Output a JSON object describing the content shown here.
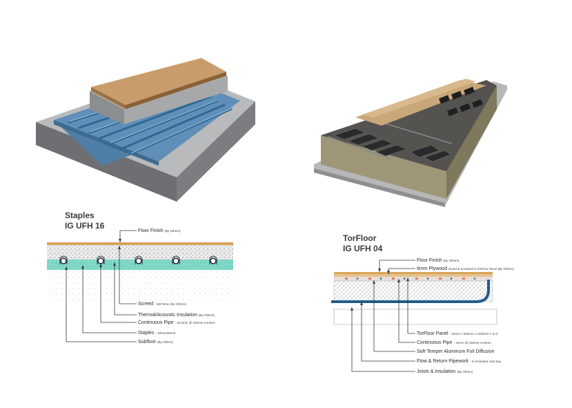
{
  "left_diagram": {
    "title": "Staples",
    "subtitle": "IG UFH 16",
    "labels": [
      {
        "text": "Floor Finish",
        "note": "(By Others)"
      },
      {
        "text": "Screed",
        "note": "- 65/75mm (By Others)"
      },
      {
        "text": "Thermal/Acoustic Insulation",
        "note": "(By Others)"
      },
      {
        "text": "Continuous Pipe",
        "note": "- 16.5mm @ 150mm Centres"
      },
      {
        "text": "Staples",
        "note": "- 40mm/40mm"
      },
      {
        "text": "Subfloor",
        "note": "(By Others)"
      }
    ]
  },
  "right_diagram": {
    "title": "TorFloor",
    "subtitle": "IG UFH 04",
    "labels": [
      {
        "text": "Floor Finish",
        "note": "(By Others)"
      },
      {
        "text": "6mm Plywood",
        "note": "Glued & Screwed to TorFloor Panel (By Others)"
      },
      {
        "text": "TorFloor Panel",
        "note": "- 22mm x 600mm x 1200mm T & G"
      },
      {
        "text": "Continuous Pipe",
        "note": "- 12mm @ 150mm Centres"
      },
      {
        "text": "Soft Temper Aluminum Foil Diffusion",
        "note": ""
      },
      {
        "text": "Flow & Return Pipework",
        "note": "- In Insulated Joist bay"
      },
      {
        "text": "Joists & Insulation",
        "note": "(By Others)"
      }
    ]
  },
  "colors": {
    "pipe_blue": "#1f5c8a",
    "insulation_green": "#7fd8c6",
    "floor_finish": "#d9a35a",
    "screed_grey": "#e6e6e6",
    "leader": "#2b3a4a"
  }
}
